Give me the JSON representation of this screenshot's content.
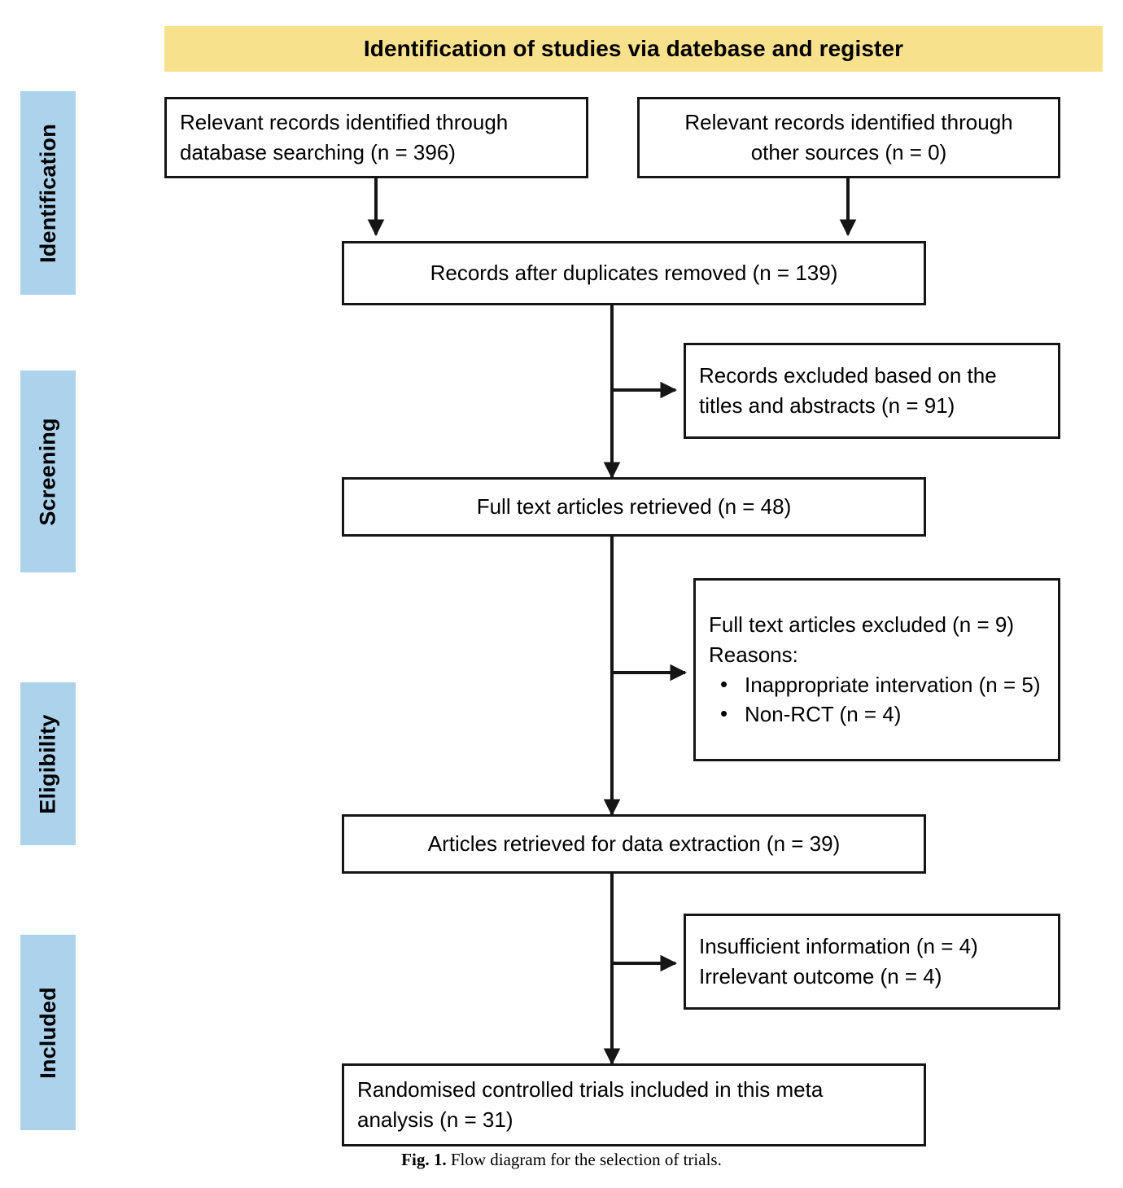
{
  "figure": {
    "header_title": "Identification of studies via datebase and register",
    "caption_label": "Fig. 1.",
    "caption_text": "Flow diagram for the selection of trials.",
    "colors": {
      "header_band": "#F8E18C",
      "stage_block": "#ADD3EC",
      "box_border": "#151515",
      "box_fill": "#FFFFFF",
      "text": "#000000"
    }
  },
  "stages": [
    {
      "label": "Identification"
    },
    {
      "label": "Screening"
    },
    {
      "label": "Eligibility"
    },
    {
      "label": "Included"
    }
  ],
  "boxes": {
    "db_search": {
      "line1": "Relevant records identified through",
      "line2": "database searching (n = 396)",
      "count": 396
    },
    "other_sources": {
      "line1": "Relevant records identified through",
      "line2": "other sources (n = 0)",
      "count": 0
    },
    "after_duplicates": {
      "line1": "Records after duplicates removed (n = 139)",
      "count": 139
    },
    "records_excluded": {
      "line1": "Records excluded based on the",
      "line2": "titles and abstracts (n = 91)",
      "count": 91
    },
    "fulltext_retrieved": {
      "line1": "Full text articles retrieved (n = 48)",
      "count": 48
    },
    "fulltext_excluded": {
      "line1": "Full text articles excluded (n = 9)",
      "line2": "Reasons:",
      "count": 9,
      "reasons": [
        "Inappropriate intervation (n = 5)",
        "Non-RCT (n = 4)"
      ]
    },
    "articles_extraction": {
      "line1": "Articles retrieved for data extraction (n = 39)",
      "count": 39
    },
    "excluded_other": {
      "line1": "Insufficient information (n = 4)",
      "line2": "Irrelevant outcome (n = 4)"
    },
    "included_final": {
      "line1": "Randomised controlled trials included in this meta",
      "line2": "analysis (n = 31)",
      "count": 31
    }
  }
}
